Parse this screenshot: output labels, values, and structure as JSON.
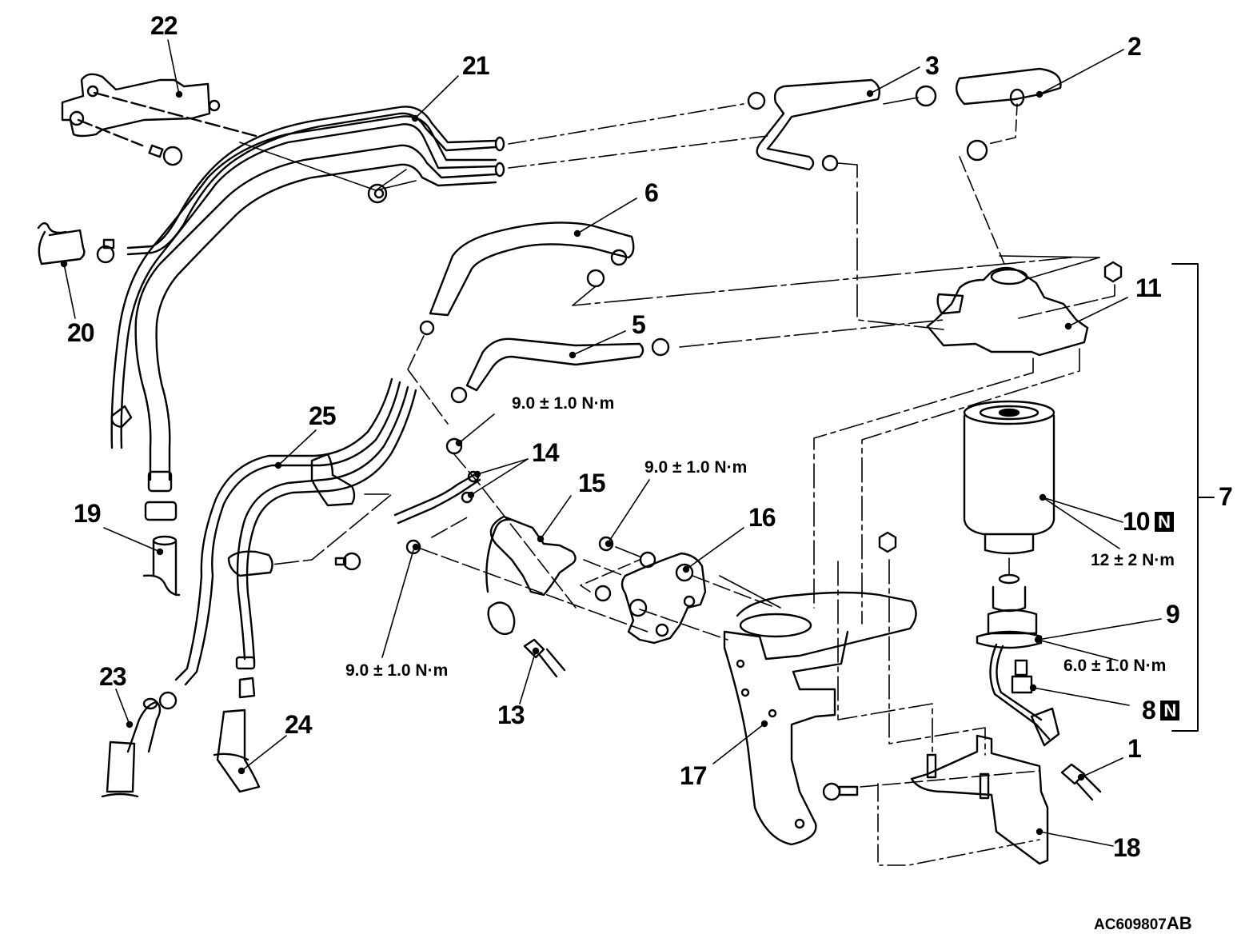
{
  "figure": {
    "id_main": "AC609807",
    "id_suffix": "AB"
  },
  "callouts": {
    "c1": "1",
    "c2": "2",
    "c3": "3",
    "c5": "5",
    "c6": "6",
    "c7": "7",
    "c8": "8",
    "c9": "9",
    "c10": "10",
    "c11": "11",
    "c13": "13",
    "c14": "14",
    "c15": "15",
    "c16": "16",
    "c17": "17",
    "c18": "18",
    "c19": "19",
    "c20": "20",
    "c21": "21",
    "c22": "22",
    "c23": "23",
    "c24": "24",
    "c25": "25"
  },
  "badges": {
    "non_reusable": "N"
  },
  "torques": {
    "t_upper_center": "9.0 ± 1.0 N·m",
    "t_mid_right": "9.0 ± 1.0 N·m",
    "t_lower_left": "9.0 ± 1.0 N·m",
    "t_filter": "12 ± 2 N·m",
    "t_sensor": "6.0 ± 1.0 N·m"
  },
  "colors": {
    "ink": "#000000",
    "paper": "#ffffff"
  }
}
